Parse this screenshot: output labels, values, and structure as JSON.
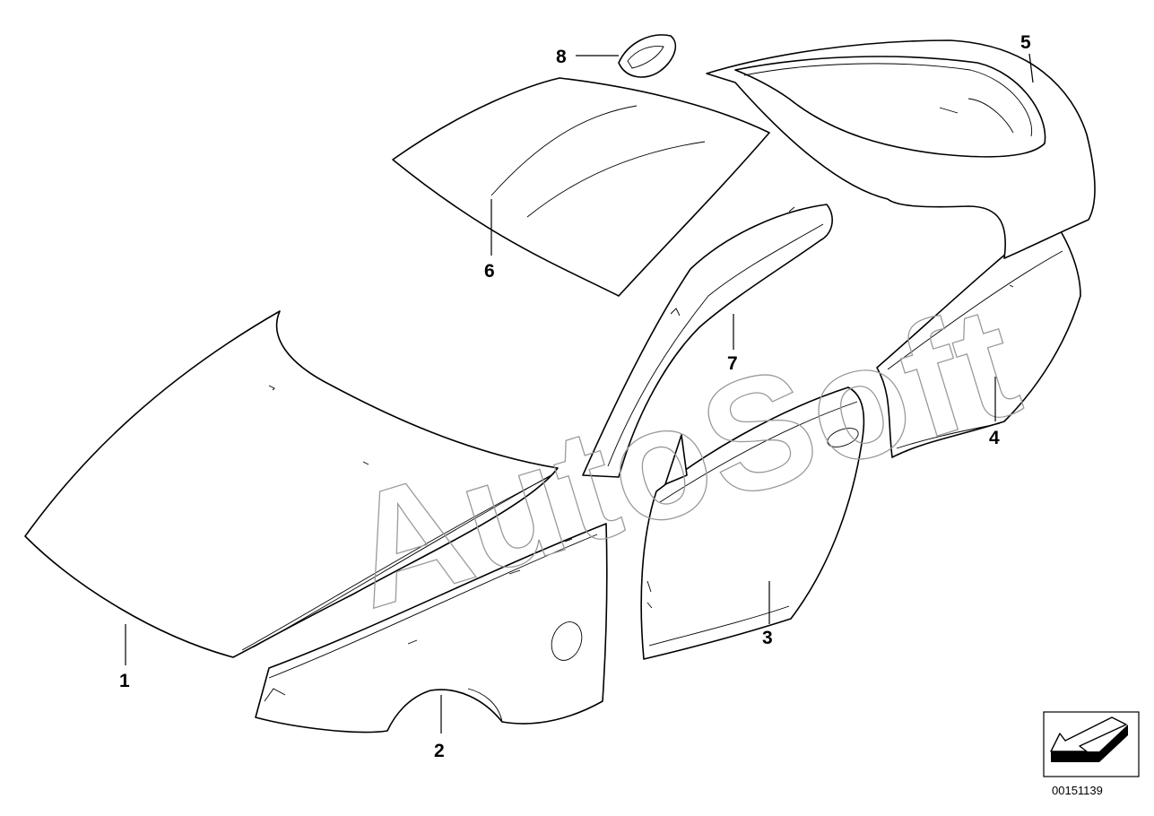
{
  "watermark": "AutoSoft",
  "reference_number": "00151139",
  "icon": "arrow-orientation-icon",
  "callouts": [
    {
      "id": "1",
      "label": "1"
    },
    {
      "id": "2",
      "label": "2"
    },
    {
      "id": "3",
      "label": "3"
    },
    {
      "id": "4",
      "label": "4"
    },
    {
      "id": "5",
      "label": "5"
    },
    {
      "id": "6",
      "label": "6"
    },
    {
      "id": "7",
      "label": "7"
    },
    {
      "id": "8",
      "label": "8"
    }
  ]
}
